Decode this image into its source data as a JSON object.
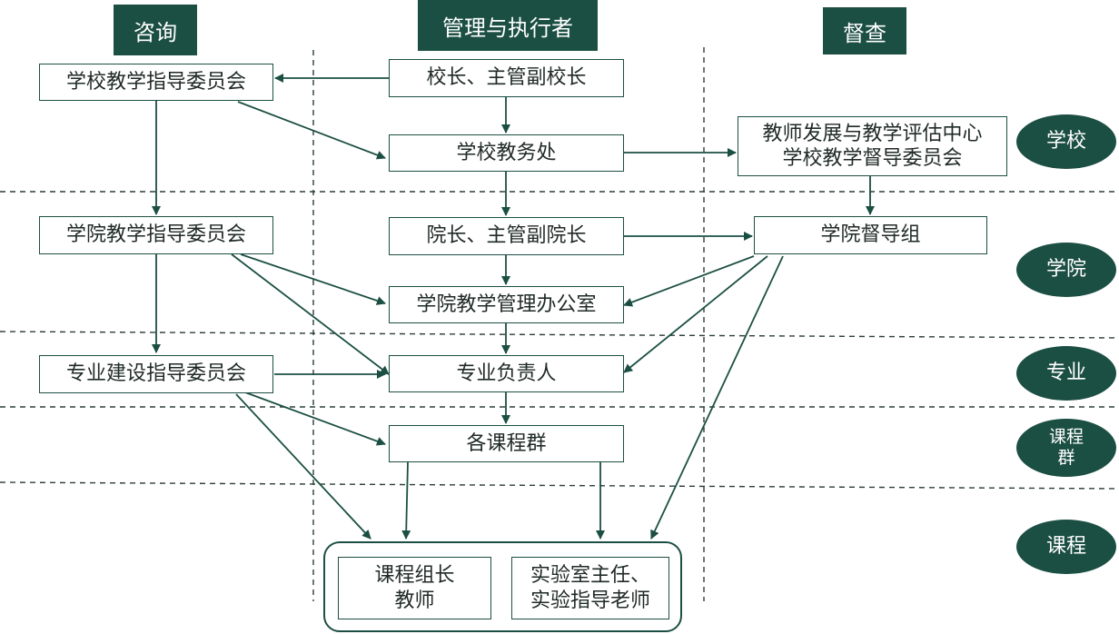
{
  "columns": {
    "consult": "咨询",
    "manage": "管理与执行者",
    "supervise": "督查"
  },
  "consult": {
    "school_committee": "学校教学指导委员会",
    "college_committee": "学院教学指导委员会",
    "major_committee": "专业建设指导委员会"
  },
  "manage": {
    "principal": "校长、主管副校长",
    "academic_affairs": "学校教务处",
    "dean": "院长、主管副院长",
    "college_office": "学院教学管理办公室",
    "major_head": "专业负责人",
    "course_groups": "各课程群",
    "course_leader": [
      "课程组长",
      "教师"
    ],
    "lab_director": [
      "实验室主任、",
      "实验指导老师"
    ]
  },
  "supervise": {
    "center": [
      "教师发展与教学评估中心",
      "学校教学督导委员会"
    ],
    "college_group": "学院督导组"
  },
  "levels": {
    "school": "学校",
    "college": "学院",
    "major": "专业",
    "course_group": [
      "课程",
      "群"
    ],
    "course": "课程"
  },
  "colors": {
    "accent": "#1c4f43",
    "text": "#1f2a26",
    "dash": "#2b3e39"
  }
}
